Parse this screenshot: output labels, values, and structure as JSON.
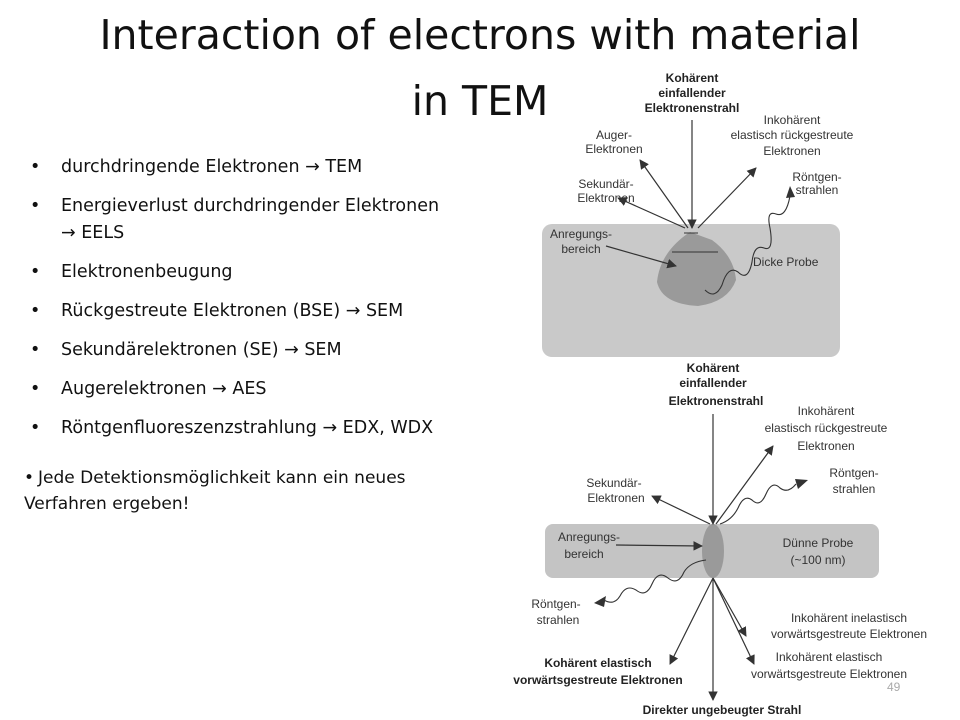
{
  "slide": {
    "title_line1": "Interaction of electrons with material",
    "title_line2": "in TEM",
    "bullets": [
      "durchdringende Elektronen → TEM",
      "Energieverlust durchdringender Elektronen",
      "→ EELS",
      "Elektronenbeugung",
      "Rückgestreute Elektronen (BSE) → SEM",
      "Sekundärelektronen (SE) → SEM",
      "Augerelektronen → AES",
      "Röntgenfluoreszenzstrahlung → EDX, WDX"
    ],
    "note_bullet": "•",
    "note_line1": "Jede Detektionsmöglichkeit kann ein neues",
    "note_line2": "Verfahren ergeben!",
    "page_number": "49"
  },
  "diagram_top": {
    "incident_1": "Kohärent",
    "incident_2": "einfallender",
    "incident_3": "Elektronenstrahl",
    "auger_1": "Auger-",
    "auger_2": "Elektronen",
    "incoh_1": "Inkohärent",
    "incoh_2": "elastisch rückgestreute",
    "incoh_3": "Elektronen",
    "secondary_1": "Sekundär-",
    "secondary_2": "Elektronen",
    "xray_1": "Röntgen-",
    "xray_2": "strahlen",
    "excitation_1": "Anregungs-",
    "excitation_2": "bereich",
    "sample": "Dicke Probe"
  },
  "diagram_bottom": {
    "incident_1": "Kohärent",
    "incident_2": "einfallender",
    "incident_3": "Elektronenstrahl",
    "incoh_1": "Inkohärent",
    "incoh_2": "elastisch rückgestreute",
    "incoh_3": "Elektronen",
    "xray_top_1": "Röntgen-",
    "xray_top_2": "strahlen",
    "secondary_1": "Sekundär-",
    "secondary_2": "Elektronen",
    "excitation_1": "Anregungs-",
    "excitation_2": "bereich",
    "sample_1": "Dünne Probe",
    "sample_2": "(~100 nm)",
    "xray_bottom_1": "Röntgen-",
    "xray_bottom_2": "strahlen",
    "inelastic_1": "Inkohärent inelastisch",
    "inelastic_2": "vorwärtsgestreute Elektronen",
    "coh_forward_1": "Kohärent elastisch",
    "coh_forward_2": "vorwärtsgestreute Elektronen",
    "incoh_forward_1": "Inkohärent elastisch",
    "incoh_forward_2": "vorwärtsgestreute Elektronen",
    "direct_beam": "Direkter ungebeugter  Strahl"
  },
  "colors": {
    "thick_sample": "#c9c9c9",
    "thin_sample": "#c4c4c4",
    "excitation_volume": "#9a9a9a",
    "arrow": "#333333"
  }
}
